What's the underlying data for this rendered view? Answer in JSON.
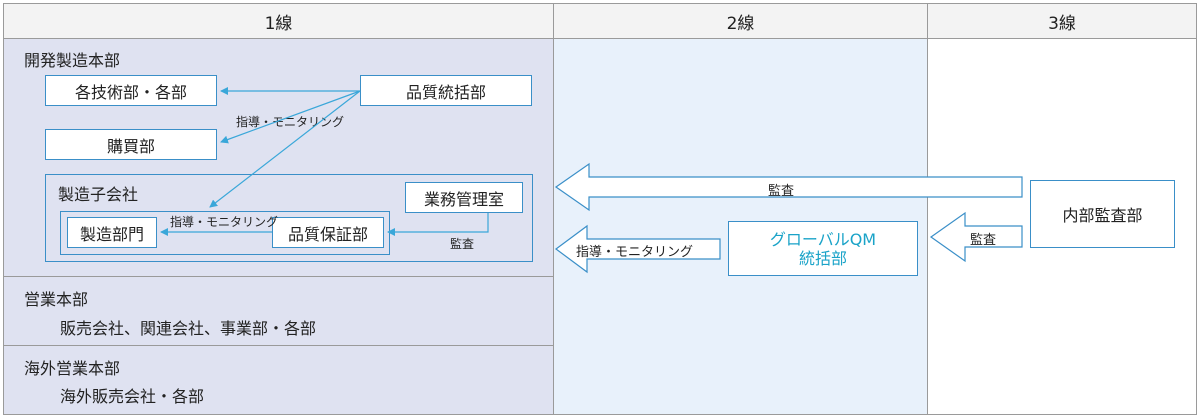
{
  "headers": {
    "line1": "1線",
    "line2": "2線",
    "line3": "3線"
  },
  "dev": {
    "title": "開発製造本部",
    "tech": "各技術部・各部",
    "quality": "品質統括部",
    "purchase": "購買部",
    "guide_label": "指導・モニタリング",
    "subsidiary": {
      "title": "製造子会社",
      "business": "業務管理室",
      "manufacturing": "製造部門",
      "guide_label": "指導・モニタリング",
      "qa": "品質保証部",
      "audit_label": "監査"
    }
  },
  "sales": {
    "title": "営業本部",
    "text": "販売会社、関連会社、事業部・各部"
  },
  "overseas": {
    "title": "海外営業本部",
    "text": "海外販売会社・各部"
  },
  "line2": {
    "audit_label": "監査",
    "guide_label": "指導・モニタリング",
    "global_qm_line1": "グローバルQM",
    "global_qm_line2": "統括部"
  },
  "line3": {
    "internal_audit": "内部監査部",
    "audit_label": "監査"
  },
  "colors": {
    "accent": "#1aa3c8",
    "box_border": "#3a8fc8",
    "line1_bg": "#dfe2f1",
    "line2_bg": "#e8f1fb"
  }
}
